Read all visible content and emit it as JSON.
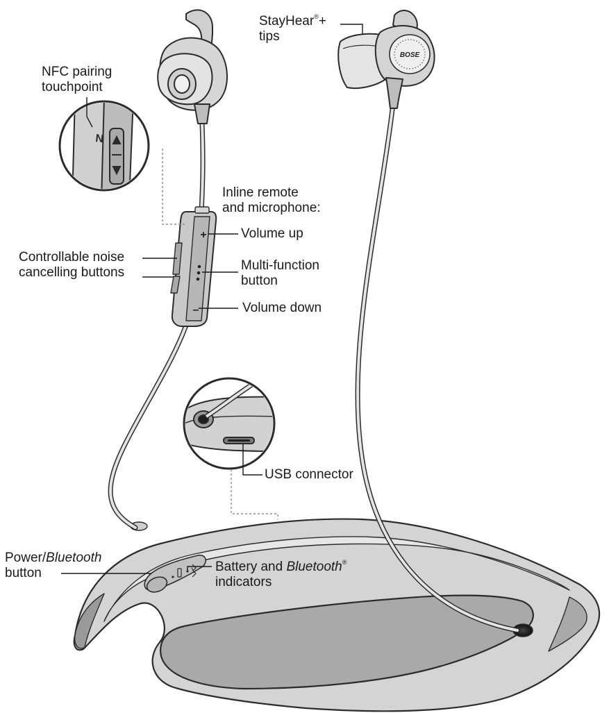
{
  "labels": {
    "nfc_line1": "NFC pairing",
    "nfc_line2": "touchpoint",
    "stayhear_line1": "StayHear",
    "stayhear_reg": "®",
    "stayhear_plus": "+",
    "stayhear_line2": "tips",
    "inline_line1": "Inline remote",
    "inline_line2": "and microphone:",
    "volume_up": "Volume up",
    "multi_line1": "Multi-function",
    "multi_line2": "button",
    "volume_down": "Volume down",
    "cnc_line1": "Controllable noise",
    "cnc_line2": "cancelling buttons",
    "usb": "USB connector",
    "power_prefix": "Power/",
    "power_italic": "Bluetooth",
    "power_line2": "button",
    "battery_prefix": "Battery and ",
    "battery_italic": "Bluetooth",
    "battery_reg": "®",
    "battery_line2": "indicators"
  },
  "glyphs": {
    "nfc_mark": "N",
    "plus": "+",
    "minus": "–",
    "brand": "BOSE"
  },
  "colors": {
    "body": "#d5d5d5",
    "body_light": "#e2e2e2",
    "panel": "#a9a9a9",
    "panel_dark": "#8a8a8a",
    "outline": "#2b2b2b",
    "cable": "#e4e4e4",
    "leader_dotted": "#8c8c8c"
  }
}
